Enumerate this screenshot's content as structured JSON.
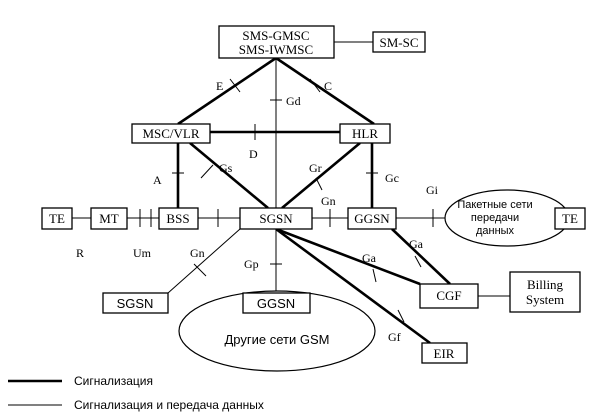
{
  "nodes": {
    "sms_gmsc_line1": "SMS-GMSC",
    "sms_gmsc_line2": "SMS-IWMSC",
    "sm_sc": "SM-SC",
    "msc_vlr": "MSC/VLR",
    "hlr": "HLR",
    "te_left": "TE",
    "mt": "MT",
    "bss": "BSS",
    "sgsn_main": "SGSN",
    "ggsn_main": "GGSN",
    "te_right": "TE",
    "sgsn_other": "SGSN",
    "ggsn_other": "GGSN",
    "cgf": "CGF",
    "billing_line1": "Billing",
    "billing_line2": "System",
    "eir": "EIR"
  },
  "interfaces": {
    "E": "E",
    "C": "C",
    "Gd": "Gd",
    "D": "D",
    "Gs": "Gs",
    "A": "A",
    "Gr": "Gr",
    "Gc": "Gc",
    "Gi": "Gi",
    "Gn_top": "Gn",
    "R": "R",
    "Um": "Um",
    "Gn_left": "Gn",
    "Gp": "Gp",
    "Ga_upper": "Ga",
    "Ga_lower": "Ga",
    "Gf": "Gf"
  },
  "networks": {
    "packet_line1": "Пакетные сети",
    "packet_line2": "передачи",
    "packet_line3": "данных",
    "other_gsm": "Другие сети GSM"
  },
  "legend": {
    "signalling": "Сигнализация",
    "signalling_and_data": "Сигнализация и передача данных"
  }
}
